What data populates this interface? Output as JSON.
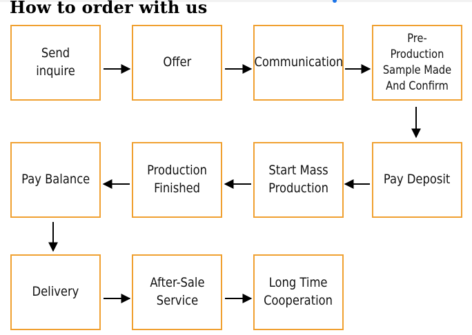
{
  "title": "How to order with us",
  "steps": {
    "send_inquire": "Send inquire",
    "offer": "Offer",
    "communication": "Communication",
    "pre_production": "Pre-Production\nSample Made\nAnd Confirm",
    "pay_deposit": "Pay Deposit",
    "start_mass": "Start Mass\nProduction",
    "production_finished": "Production\nFinished",
    "pay_balance": "Pay Balance",
    "delivery": "Delivery",
    "after_sale": "After-Sale\nService",
    "long_time": "Long Time\nCooperation"
  },
  "colors": {
    "box_border": "#f0a030",
    "arrow": "#000000"
  }
}
